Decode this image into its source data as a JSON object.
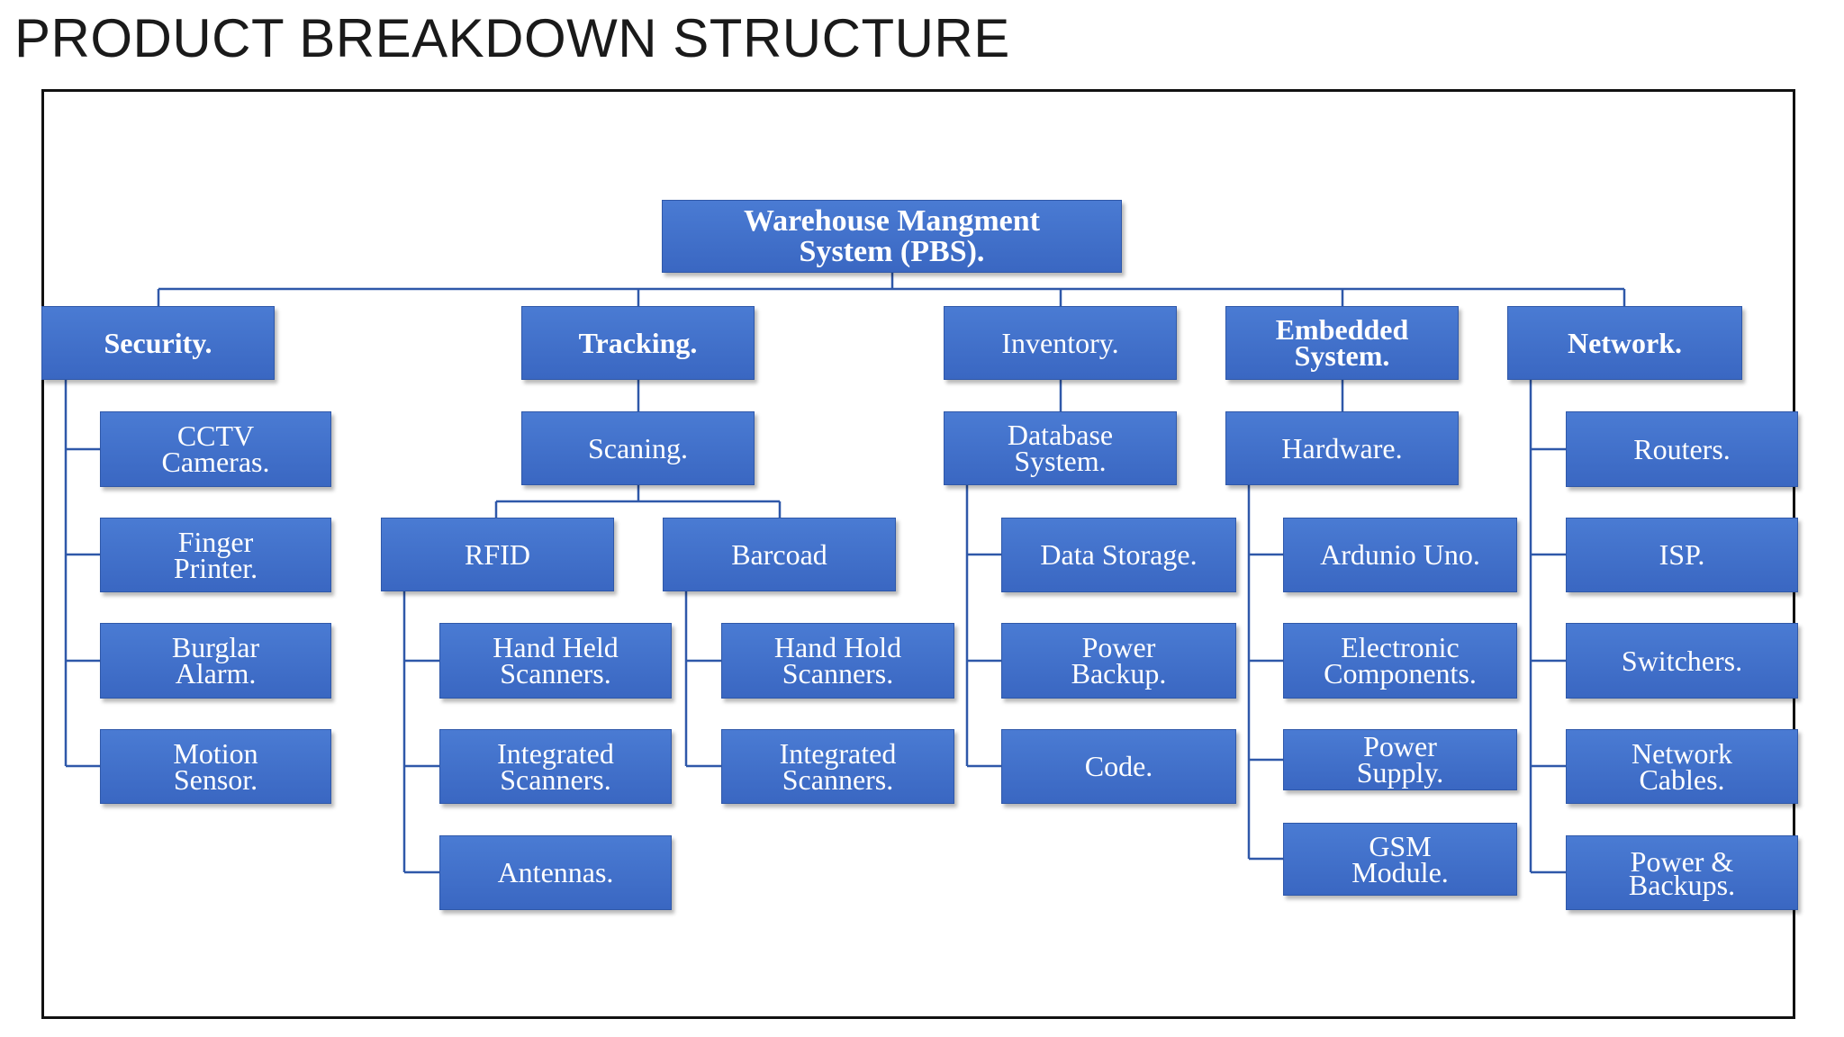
{
  "slide": {
    "title": "PRODUCT BREAKDOWN STRUCTURE"
  },
  "diagram": {
    "root": "Warehouse Mangment\nSystem (PBS).",
    "security": {
      "label": "Security.",
      "children": [
        "CCTV\nCameras.",
        "Finger\nPrinter.",
        "Burglar\nAlarm.",
        "Motion\nSensor."
      ]
    },
    "tracking": {
      "label": "Tracking.",
      "scaning": "Scaning.",
      "rfid": {
        "label": "RFID",
        "children": [
          "Hand Held\nScanners.",
          "Integrated\nScanners.",
          "Antennas."
        ]
      },
      "barcoad": {
        "label": "Barcoad",
        "children": [
          "Hand Hold\nScanners.",
          "Integrated\nScanners."
        ]
      }
    },
    "inventory": {
      "label": "Inventory.",
      "database": "Database\nSystem.",
      "children": [
        "Data Storage.",
        "Power\nBackup.",
        "Code."
      ]
    },
    "embedded": {
      "label": "Embedded\nSystem.",
      "hardware": "Hardware.",
      "children": [
        "Ardunio Uno.",
        "Electronic\nComponents.",
        "Power\nSupply.",
        "GSM\nModule."
      ]
    },
    "network": {
      "label": "Network.",
      "children": [
        "Routers.",
        "ISP.",
        "Switchers.",
        "Network\nCables.",
        "Power &\nBackups."
      ]
    }
  }
}
